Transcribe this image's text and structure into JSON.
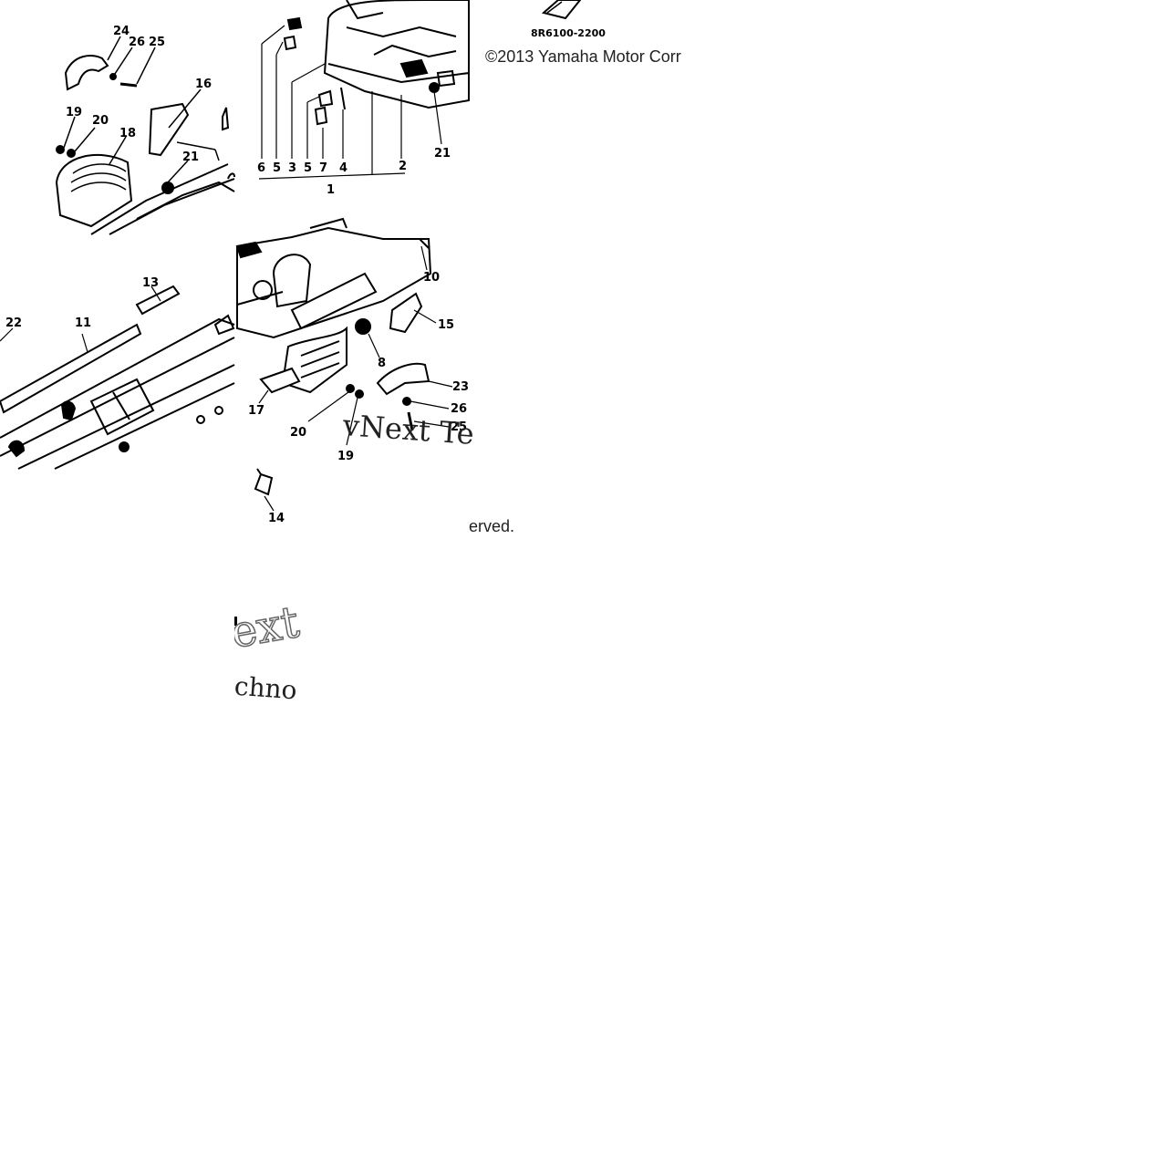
{
  "diagram": {
    "drawing_code": "8R6100-2200",
    "copyright_line": "©2013 Yamaha Motor Corr",
    "copyright_tail": "erved.",
    "watermark_main": "vNext Te",
    "watermark_frag_1": "ext",
    "watermark_frag_2": "chno",
    "callouts_top_left": [
      "24",
      "26",
      "25",
      "16",
      "19",
      "20",
      "18",
      "21"
    ],
    "callouts_top_center": [
      "6",
      "5",
      "3",
      "5",
      "7",
      "4",
      "2",
      "1",
      "21"
    ],
    "callouts_left": [
      "22",
      "11",
      "13"
    ],
    "callouts_center": [
      "10",
      "15",
      "8",
      "23",
      "26",
      "25",
      "17",
      "20",
      "19",
      "14"
    ]
  }
}
